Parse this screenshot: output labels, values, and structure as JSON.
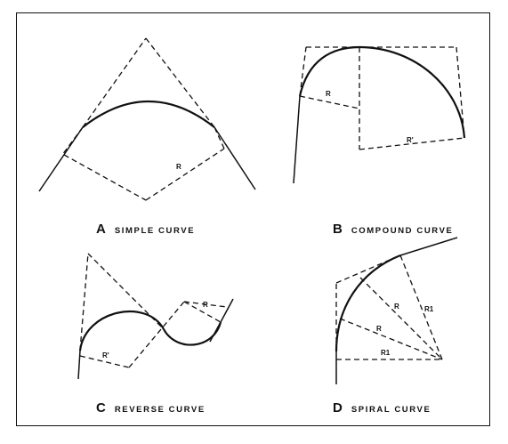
{
  "panels": {
    "a": {
      "letter": "A",
      "name": "SIMPLE CURVE",
      "radius_label": "R"
    },
    "b": {
      "letter": "B",
      "name": "COMPOUND CURVE",
      "radius_label": "R",
      "radius2_label": "R'"
    },
    "c": {
      "letter": "C",
      "name": "REVERSE CURVE",
      "radius_label": "R",
      "radius2_label": "R'"
    },
    "d": {
      "letter": "D",
      "name": "SPIRAL CURVE",
      "radius_label": "R",
      "radius2_label": "R",
      "r1_label": "R1",
      "r1b_label": "R1"
    }
  },
  "colors": {
    "ink": "#111111",
    "paper": "#ffffff"
  }
}
